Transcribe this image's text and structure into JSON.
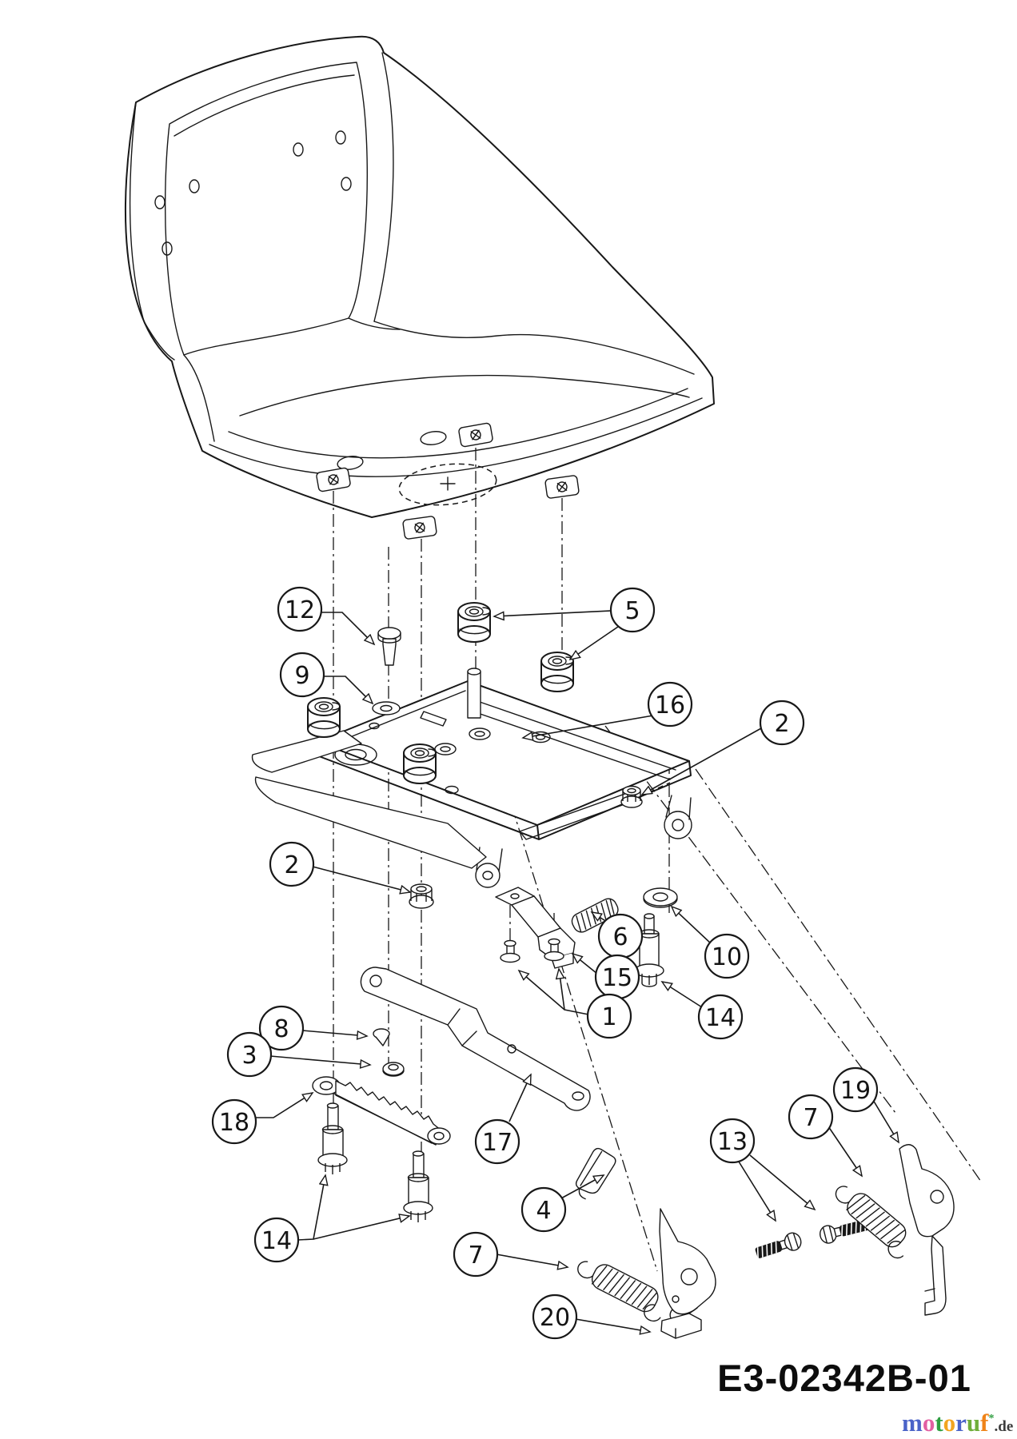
{
  "drawing": {
    "part_number": "E3-02342B-01",
    "callouts": [
      "12",
      "9",
      "5",
      "16",
      "2",
      "2",
      "6",
      "10",
      "15",
      "1",
      "14",
      "8",
      "3",
      "18",
      "17",
      "14",
      "4",
      "7",
      "13",
      "7",
      "19",
      "20"
    ]
  },
  "logo": {
    "letters": [
      {
        "c": "m",
        "color": "#4a63c8"
      },
      {
        "c": "o",
        "color": "#e25fa2"
      },
      {
        "c": "t",
        "color": "#2f9e41"
      },
      {
        "c": "o",
        "color": "#f2a51f"
      },
      {
        "c": "r",
        "color": "#4a63c8"
      },
      {
        "c": "u",
        "color": "#6fae3a"
      },
      {
        "c": "f",
        "color": "#ef8318"
      }
    ],
    "mark": "*",
    "mark_color": "#2f9e41",
    "suffix": ".de",
    "suffix_color": "#3c3c3c"
  }
}
